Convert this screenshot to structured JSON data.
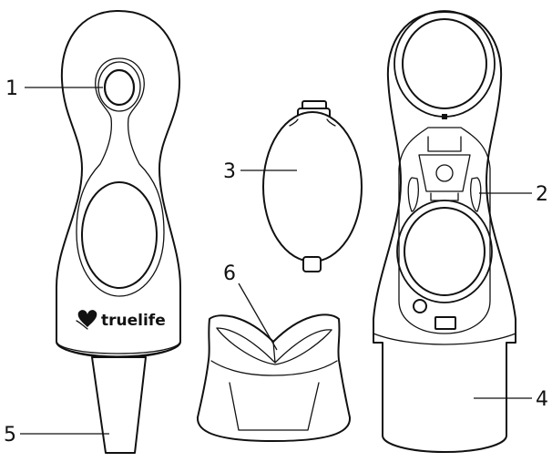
{
  "brand": {
    "name": "truelife",
    "logo_icon": "heart-leaf-logo-icon"
  },
  "callouts": [
    {
      "label": "1"
    },
    {
      "label": "2"
    },
    {
      "label": "3"
    },
    {
      "label": "4"
    },
    {
      "label": "5"
    },
    {
      "label": "6"
    }
  ],
  "colors": {
    "line": "#111111",
    "background": "#ffffff"
  }
}
